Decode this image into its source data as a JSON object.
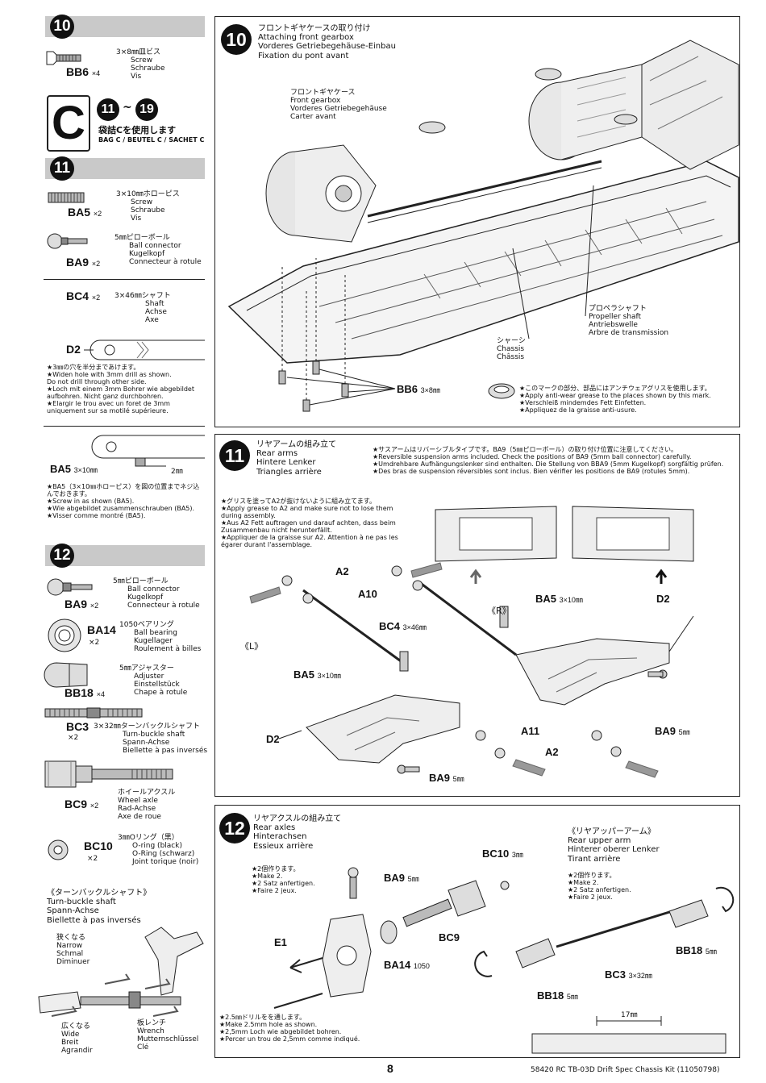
{
  "sidebar": {
    "step10": {
      "badge": "10",
      "bb6_spec": "3×8㎜皿ビス",
      "bb6_names": [
        "Screw",
        "Schraube",
        "Vis"
      ],
      "bb6_code": "BB6",
      "bb6_qty": "×4"
    },
    "bag": {
      "letter": "C",
      "range_from": "11",
      "range_sep": "~",
      "range_to": "19",
      "jp": "袋詰Cを使用します",
      "en": "BAG C / BEUTEL C / SACHET C"
    },
    "step11": {
      "badge": "11",
      "ba5_spec": "3×10㎜ホローピス",
      "ba5_names": [
        "Screw",
        "Schraube",
        "Vis"
      ],
      "ba5_code": "BA5",
      "ba5_qty": "×2",
      "ba9_spec": "5㎜ピローボール",
      "ba9_names": [
        "Ball connector",
        "Kugelkopf",
        "Connecteur à rotule"
      ],
      "ba9_code": "BA9",
      "ba9_qty": "×2",
      "bc4_code": "BC4",
      "bc4_qty": "×2",
      "bc4_spec": "3×46㎜シャフト",
      "bc4_names": [
        "Shaft",
        "Achse",
        "Axe"
      ],
      "d2_label": "D2",
      "d2_notes": [
        "★3㎜の穴を半分まであけます。",
        "★Widen hole with 3mm drill as shown.",
        "Do not drill through other side.",
        "★Loch mit einem 3mm Bohrer wie abgebildet aufbohren. Nicht ganz durchbohren.",
        "★Elargir le trou avec un foret de 3mm uniquement sur sa motilé supérieure."
      ],
      "ba5_label": "BA5",
      "ba5_label_spec": "3×10㎜",
      "ba5_dim": "2㎜",
      "ba5_notes": [
        "★BA5（3×10㎜ホローピス）を図の位置までネジ込んでおきます。",
        "★Screw in as shown (BA5).",
        "★Wie abgebildet zusammenschrauben (BA5).",
        "★Visser comme montré (BA5)."
      ]
    },
    "step12": {
      "badge": "12",
      "ba9_spec": "5㎜ピローボール",
      "ba9_names": [
        "Ball connector",
        "Kugelkopf",
        "Connecteur à rotule"
      ],
      "ba9_code": "BA9",
      "ba9_qty": "×2",
      "ba14_code": "BA14",
      "ba14_qty": "×2",
      "ba14_spec": "1050ベアリング",
      "ba14_names": [
        "Ball bearing",
        "Kugellager",
        "Roulement à billes"
      ],
      "bb18_spec": "5㎜アジャスター",
      "bb18_names": [
        "Adjuster",
        "Einstellstück",
        "Chape à rotule"
      ],
      "bb18_code": "BB18",
      "bb18_qty": "×4",
      "bc3_code": "BC3",
      "bc3_qty": "×2",
      "bc3_spec": "3×32㎜ターンバックルシャフト",
      "bc3_names": [
        "Turn-buckle shaft",
        "Spann-Achse",
        "Biellette à pas inversés"
      ],
      "bc9_spec": "ホイールアクスル",
      "bc9_names": [
        "Wheel axle",
        "Rad-Achse",
        "Axe de roue"
      ],
      "bc9_code": "BC9",
      "bc9_qty": "×2",
      "bc10_code": "BC10",
      "bc10_qty": "×2",
      "bc10_spec": "3㎜Oリング（黒）",
      "bc10_names": [
        "O-ring (black)",
        "O-Ring (schwarz)",
        "Joint torique (noir)"
      ],
      "tbs_lines": [
        "《ターンバックルシャフト》",
        "Turn-buckle shaft",
        "Spann-Achse",
        "Biellette à pas inversés"
      ],
      "narrow_lines": [
        "狭くなる",
        "Narrow",
        "Schmal",
        "Diminuer"
      ],
      "wide_lines": [
        "広くなる",
        "Wide",
        "Breit",
        "Agrandir"
      ],
      "wrench_lines": [
        "板レンチ",
        "Wrench",
        "Mutternschlüssel",
        "Clé"
      ]
    }
  },
  "panel10": {
    "badge": "10",
    "title": [
      "フロントギヤケースの取り付け",
      "Attaching front gearbox",
      "Vorderes Getriebegehäuse-Einbau",
      "Fixation du pont avant"
    ],
    "gearbox": [
      "フロントギヤケース",
      "Front gearbox",
      "Vorderes Getriebegehäuse",
      "Carter avant"
    ],
    "propeller": [
      "プロペラシャフト",
      "Propeller shaft",
      "Antriebswelle",
      "Arbre de transmission"
    ],
    "chassis": [
      "シャーシ",
      "Chassis",
      "Châssis"
    ],
    "bb6_code": "BB6",
    "bb6_spec": "3×8㎜",
    "grease_notes": [
      "★このマークの部分、部品にはアンチウェアグリスを使用します。",
      "★Apply anti-wear grease to the places shown by this mark.",
      "★Verschleiß mindemdes Fett Einfetten.",
      "★Appliquez de la graisse anti-usure."
    ]
  },
  "panel11": {
    "badge": "11",
    "title": [
      "リヤアームの組み立て",
      "Rear arms",
      "Hintere Lenker",
      "Triangles arrière"
    ],
    "reversible_notes": [
      "★サスアームはリバーシブルタイプです。BA9（5㎜ピローボール）の取り付け位置に注意してください。",
      "★Reversible suspension arms included. Check the positions of BA9 (5mm ball connector) carefully.",
      "★Umdrehbare Aufhängungslenker sind enthalten. Die Stellung von BBA9 (5mm Kugelkopf) sorgfältig prüfen.",
      "★Des bras de suspension réversibles sont inclus. Bien vérifier les positions de BA9 (rotules 5mm)."
    ],
    "grease_notes": [
      "★グリスを塗ってA2が抜けないように組み立てます。",
      "★Apply grease to A2 and make sure not to lose them during assembly.",
      "★Aus A2 Fett auftragen und darauf achten, dass beim Zusammenbau nicht herunterfällt.",
      "★Appliquer de la graisse sur A2. Attention à ne pas les égarer durant l'assemblage."
    ],
    "labels": {
      "a2_top": "A2",
      "a10": "A10",
      "bc4": "BC4",
      "bc4_spec": "3×46㎜",
      "ba5_left": "BA5",
      "ba5_left_spec": "3×10㎜",
      "d2_left": "D2",
      "left_mark": "《L》",
      "right_mark": "《R》",
      "ba5_right": "BA5",
      "ba5_right_spec": "3×10㎜",
      "d2_right": "D2",
      "a11": "A11",
      "a2_bottom": "A2",
      "ba9_bottom": "BA9",
      "ba9_bottom_spec": "5㎜",
      "ba9_right": "BA9",
      "ba9_right_spec": "5㎜"
    }
  },
  "panel12": {
    "badge": "12",
    "title": [
      "リヤアクスルの組み立て",
      "Rear axles",
      "Hinterachsen",
      "Essieux arrière"
    ],
    "make2_left": [
      "★2個作ります。",
      "★Make 2.",
      "★2 Satz anfertigen.",
      "★Faire 2 jeux."
    ],
    "upper_arm_title": [
      "《リヤアッパーアーム》",
      "Rear upper arm",
      "Hinterer oberer Lenker",
      "Tirant arrière"
    ],
    "make2_right": [
      "★2個作ります。",
      "★Make 2.",
      "★2 Satz anfertigen.",
      "★Faire 2 jeux."
    ],
    "drill_notes": [
      "★2.5㎜ドリルをを通します。",
      "★Make 2.5mm hole as shown.",
      "★2,5mm Loch wie abgebildet bohren.",
      "★Percer un trou de 2,5mm comme indiqué."
    ],
    "labels": {
      "bc10": "BC10",
      "bc10_spec": "3㎜",
      "ba9": "BA9",
      "ba9_spec": "5㎜",
      "bc9": "BC9",
      "e1": "E1",
      "ba14": "BA14",
      "ba14_spec": "1050",
      "bb18_right": "BB18",
      "bb18_right_spec": "5㎜",
      "bc3": "BC3",
      "bc3_spec": "3×32㎜",
      "bb18_left": "BB18",
      "bb18_left_spec": "5㎜",
      "dim_17": "17㎜"
    }
  },
  "footer": {
    "page_number": "8",
    "kit_info": "58420 RC TB-03D Drift Spec Chassis Kit (11050798)"
  }
}
